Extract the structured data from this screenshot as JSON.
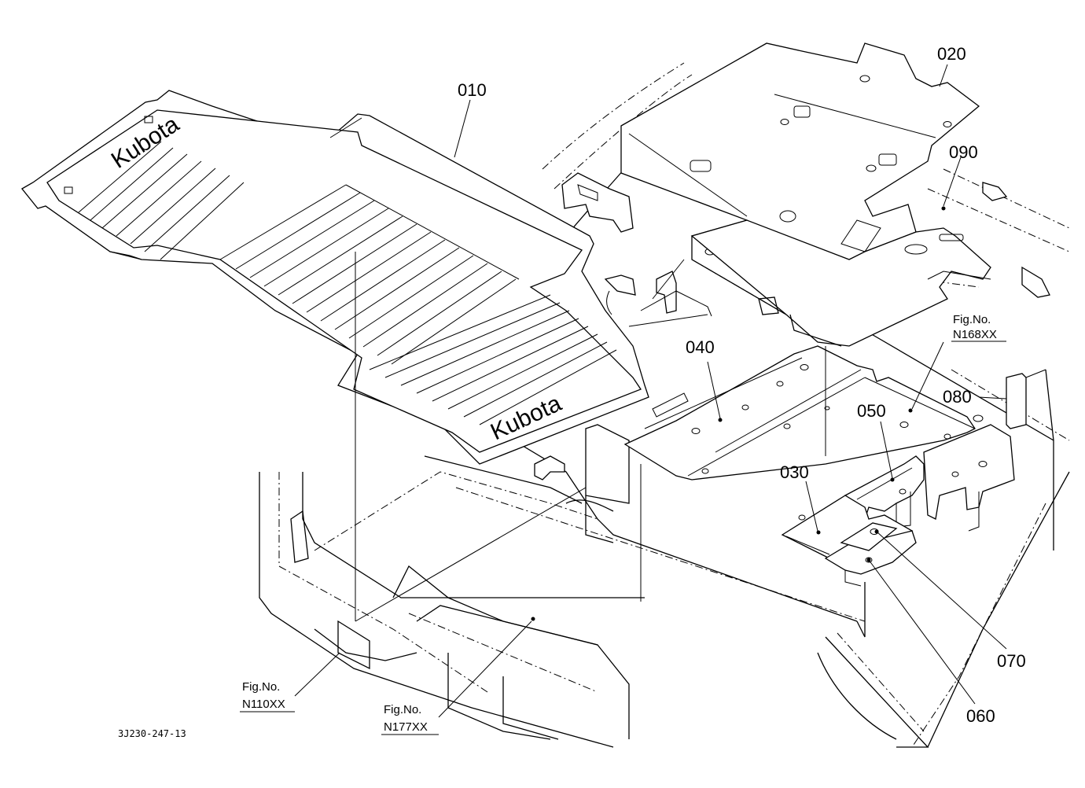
{
  "drawing": {
    "drawing_number": "3J230-247-13",
    "parts": [
      {
        "id": "p010",
        "label": "010"
      },
      {
        "id": "p020",
        "label": "020"
      },
      {
        "id": "p030",
        "label": "030"
      },
      {
        "id": "p040",
        "label": "040"
      },
      {
        "id": "p050",
        "label": "050"
      },
      {
        "id": "p060",
        "label": "060"
      },
      {
        "id": "p070",
        "label": "070"
      },
      {
        "id": "p080",
        "label": "080"
      },
      {
        "id": "p090",
        "label": "090"
      }
    ],
    "figure_refs": [
      {
        "id": "n168",
        "prefix": "Fig.No.",
        "code": "N168XX"
      },
      {
        "id": "n110",
        "prefix": "Fig.No.",
        "code": "N110XX"
      },
      {
        "id": "n177",
        "prefix": "Fig.No.",
        "code": "N177XX"
      }
    ],
    "mat_logo_text": "Kubota"
  }
}
